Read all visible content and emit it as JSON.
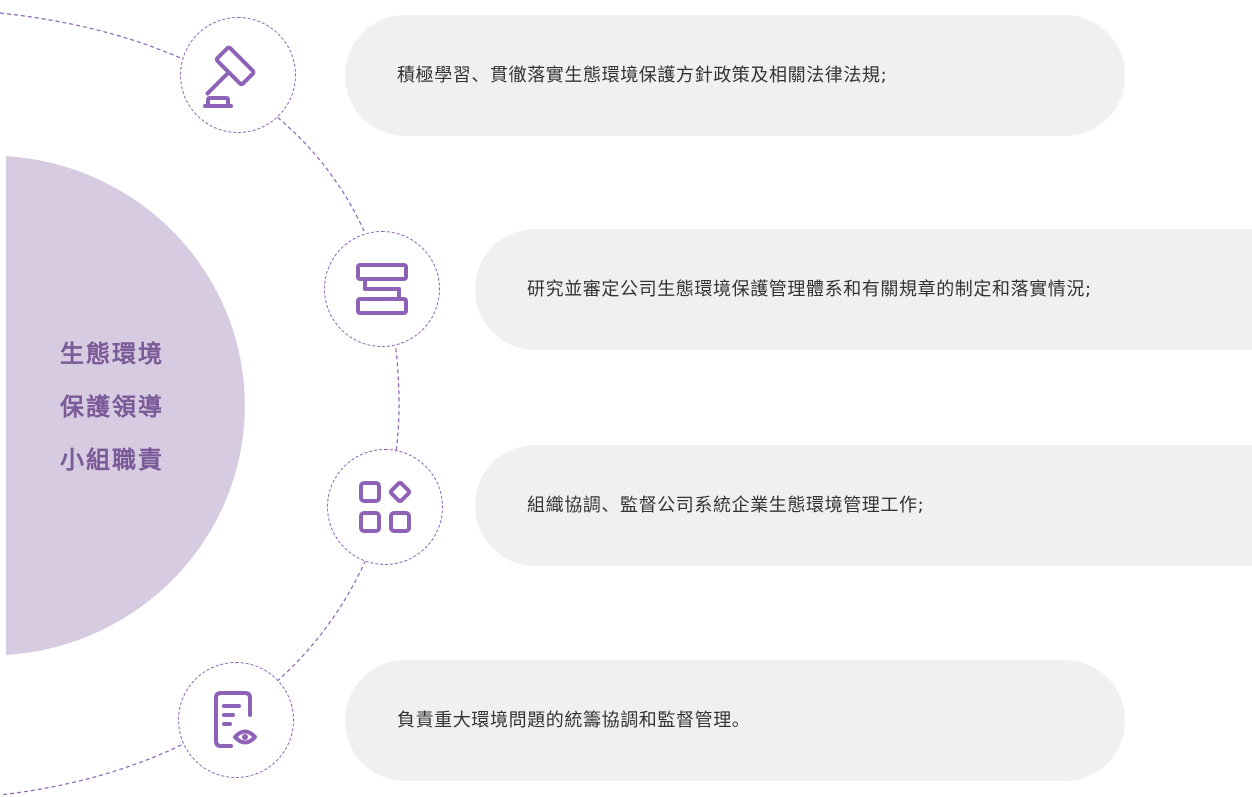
{
  "title": {
    "lines": [
      "生態環境",
      "保護領導",
      "小組職責"
    ]
  },
  "colors": {
    "accent": "#8e62b6",
    "center_fill": "#d7cbe2",
    "center_text": "#7b5a98",
    "pill_bg": "#f0f0f1",
    "text": "#333333"
  },
  "items": [
    {
      "icon": "gavel-icon",
      "text": "積極學習、貫徹落實生態環境保護方針政策及相關法律法規;"
    },
    {
      "icon": "flow-structure-icon",
      "text": "研究並審定公司生態環境保護管理體系和有關規章的制定和落實情況;"
    },
    {
      "icon": "apps-grid-icon",
      "text": "組織協調、監督公司系統企業生態環境管理工作;"
    },
    {
      "icon": "document-view-icon",
      "text": "負責重大環境問題的統籌協調和監督管理。"
    }
  ]
}
